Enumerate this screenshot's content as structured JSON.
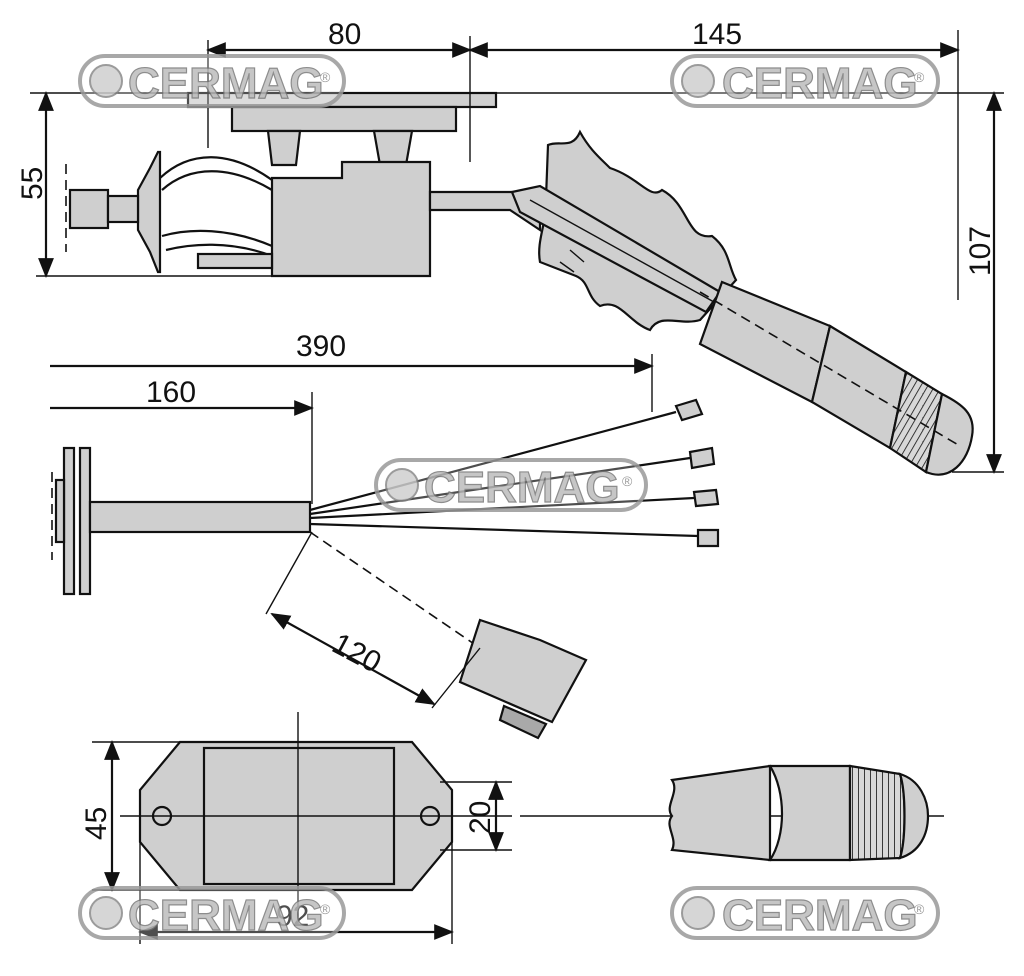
{
  "watermark": {
    "text": "CERMAG",
    "mark": "®"
  },
  "dimensions": {
    "top_width": "80",
    "top_reach": "145",
    "top_height": "55",
    "lever_height": "107",
    "harness_total": "390",
    "harness_sheath": "160",
    "connector_lead": "120",
    "plate_height": "45",
    "plate_width": "92",
    "hole_spacing": "20"
  }
}
